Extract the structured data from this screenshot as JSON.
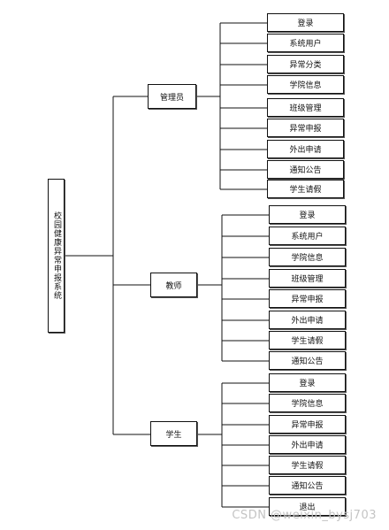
{
  "root": "校园健康异常申报系统",
  "roles": [
    {
      "label": "管理员",
      "items": [
        "登录",
        "系统用户",
        "异常分类",
        "学院信息",
        "班级管理",
        "异常申报",
        "外出申请",
        "通知公告",
        "学生请假"
      ]
    },
    {
      "label": "教师",
      "items": [
        "登录",
        "系统用户",
        "学院信息",
        "班级管理",
        "异常申报",
        "外出申请",
        "学生请假",
        "通知公告"
      ]
    },
    {
      "label": "学生",
      "items": [
        "登录",
        "学院信息",
        "异常申报",
        "外出申请",
        "学生请假",
        "通知公告",
        "退出"
      ]
    }
  ],
  "watermark": "CSDN @weixin_bysj703",
  "colors": {
    "line": "#111111",
    "box_border": "#111111",
    "watermark": "#c4c4c4"
  }
}
